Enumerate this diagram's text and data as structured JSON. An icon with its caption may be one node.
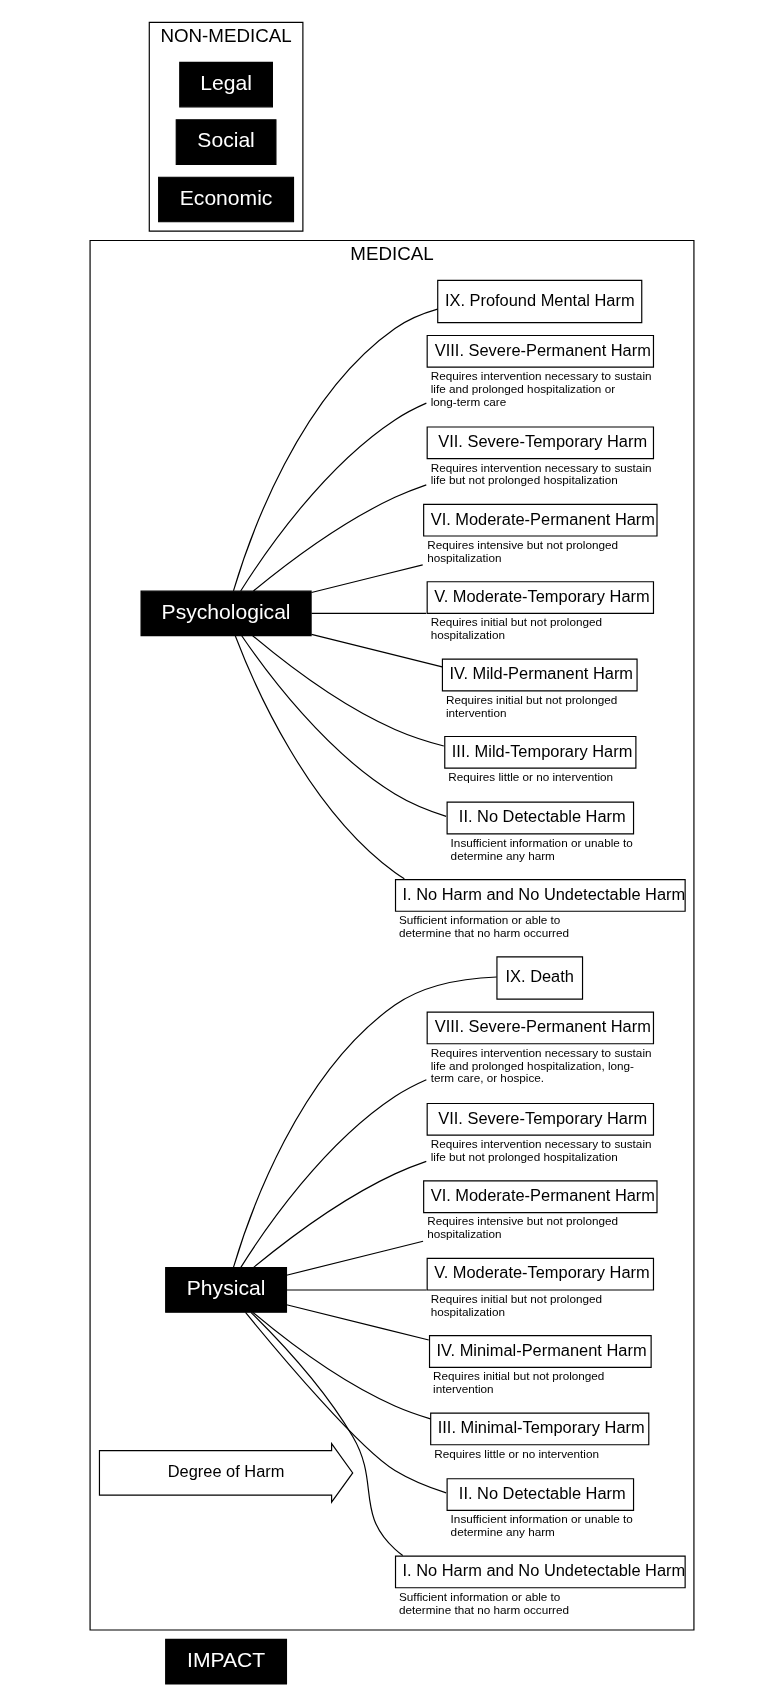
{
  "diagram": {
    "nodes": [
      {
        "text": [
          "IMPACT"
        ]
      },
      {
        "text": [
          "MEDICAL"
        ]
      },
      {
        "text": [
          "Psychological"
        ],
        "in": 1
      },
      {
        "text": [
          "Physical"
        ],
        "in": 1
      },
      {
        "text": [
          "I. No Harm and No Undetectable Harm"
        ],
        "beside": [
          "Sufficient information or able to determine that no harm occurred"
        ],
        "in": 1
      },
      {
        "text": [
          "II. No Detectable Harm"
        ],
        "beside": [
          "Insufficient information or unable to determine any harm"
        ],
        "in": 1
      },
      {
        "text": [
          "III. Mild-Temporary Harm"
        ],
        "beside": [
          "Requires little or no intervention"
        ],
        "in": 1
      },
      {
        "text": [
          "IV. Mild-Permanent Harm"
        ],
        "beside": [
          "Requires initial but not prolonged intervention"
        ],
        "in": 1
      },
      {
        "text": [
          "V. Moderate-Temporary Harm"
        ],
        "beside": [
          "Requires initial but not prolonged hospitalization"
        ],
        "in": 1
      },
      {
        "text": [
          "VI. Moderate-Permanent Harm"
        ],
        "beside": [
          "Requires intensive but not prolonged hospitalization"
        ],
        "in": 1
      },
      {
        "text": [
          "VII. Severe-Temporary Harm"
        ],
        "beside": [
          "Requires intervention necessary to sustain life but not prolonged hospitalization"
        ],
        "in": 1
      },
      {
        "text": [
          "VIII. Severe-Permanent Harm"
        ],
        "beside": [
          "Requires intervention necessary to sustain life and prolonged hospitalization or long-term care"
        ],
        "in": 1
      },
      {
        "text": [
          "IX. Profound Mental Harm"
        ],
        "in": 1
      },
      {
        "text": [
          "I. No Harm and No Undetectable Harm"
        ],
        "beside": [
          "Sufficient information or able to determine that no harm occurred"
        ],
        "in": 1
      },
      {
        "text": [
          "II. No Detectable Harm"
        ],
        "beside": [
          "Insufficient information or unable to determine any harm"
        ],
        "in": 1
      },
      {
        "text": [
          "III. Minimal-Temporary Harm"
        ],
        "beside": [
          "Requires little or no intervention"
        ],
        "in": 1
      },
      {
        "text": [
          "IV. Minimal-Permanent Harm"
        ],
        "beside": [
          "Requires initial but not prolonged intervention"
        ],
        "in": 1
      },
      {
        "text": [
          "V. Moderate-Temporary Harm"
        ],
        "beside": [
          "Requires initial but not prolonged hospitalization"
        ],
        "in": 1
      },
      {
        "text": [
          "VI. Moderate-Permanent Harm"
        ],
        "beside": [
          "Requires intensive but not prolonged hospitalization"
        ],
        "in": 1
      },
      {
        "text": [
          "VII. Severe-Temporary Harm"
        ],
        "beside": [
          "Requires intervention necessary to sustain life but not prolonged hospitalization"
        ],
        "in": 1
      },
      {
        "text": [
          "VIII. Severe-Permanent Harm"
        ],
        "beside": [
          "Requires intervention necessary to sustain life and prolonged hospitalization, long-term care, or hospice."
        ],
        "in": 1
      },
      {
        "text": [
          "IX. Death"
        ],
        "in": 1
      },
      {
        "text": [
          "Degree of Harm"
        ],
        "in": 1
      },
      {
        "text": [
          "NON-MEDICAL"
        ]
      },
      {
        "text": [
          "Legal"
        ],
        "in": 23
      },
      {
        "text": [
          "Social"
        ],
        "in": 23
      },
      {
        "text": [
          "Economic"
        ],
        "in": 23
      }
    ],
    "edges": [
      {
        "from": 2,
        "to": 4,
        "arrow": "none"
      },
      {
        "from": 2,
        "to": 5,
        "arrow": "none"
      },
      {
        "from": 2,
        "to": 6,
        "arrow": "none"
      },
      {
        "from": 2,
        "to": 7,
        "arrow": "none"
      },
      {
        "from": 2,
        "to": 8,
        "arrow": "none"
      },
      {
        "from": 2,
        "to": 9,
        "arrow": "none"
      },
      {
        "from": 2,
        "to": 10,
        "arrow": "none"
      },
      {
        "from": 2,
        "to": 11,
        "arrow": "none"
      },
      {
        "from": 2,
        "to": 12,
        "arrow": "none"
      },
      {
        "from": 3,
        "to": 13,
        "arrow": "none"
      },
      {
        "from": 3,
        "to": 14,
        "arrow": "none"
      },
      {
        "from": 3,
        "to": 15,
        "arrow": "none"
      },
      {
        "from": 3,
        "to": 16,
        "arrow": "none"
      },
      {
        "from": 3,
        "to": 17,
        "arrow": "none"
      },
      {
        "from": 3,
        "to": 18,
        "arrow": "none"
      },
      {
        "from": 3,
        "to": 19,
        "arrow": "none"
      },
      {
        "from": 3,
        "to": 20,
        "arrow": "none"
      },
      {
        "from": 3,
        "to": 21,
        "arrow": "none"
      }
    ]
  }
}
